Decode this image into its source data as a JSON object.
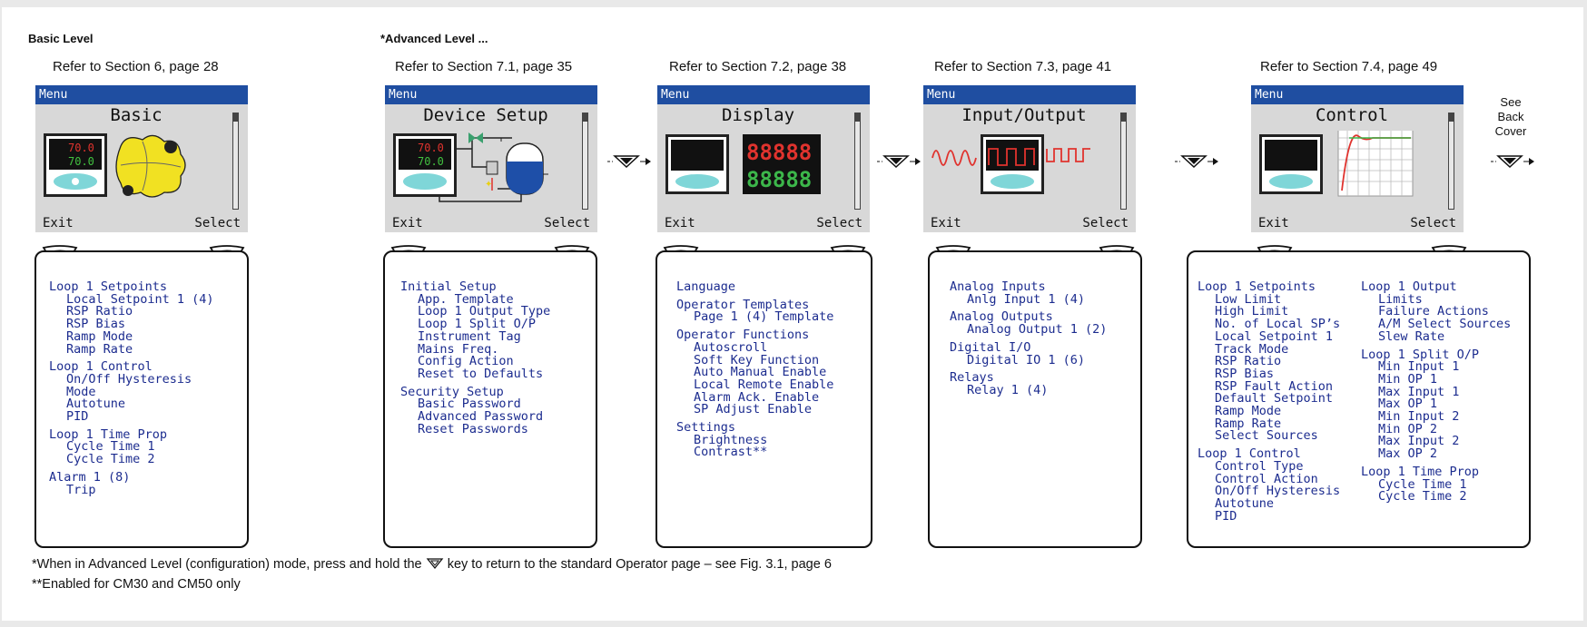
{
  "levels": {
    "basic": "Basic Level",
    "advanced": "*Advanced Level ..."
  },
  "screens": [
    {
      "ref": "Refer to Section 6, page 28",
      "menu": "Menu",
      "title": "Basic",
      "exit": "Exit",
      "select": "Select",
      "art": "controller-and-puzzle"
    },
    {
      "ref": "Refer to Section 7.1, page 35",
      "menu": "Menu",
      "title": "Device Setup",
      "exit": "Exit",
      "select": "Select",
      "art": "controller-and-tank"
    },
    {
      "ref": "Refer to Section 7.2, page 38",
      "menu": "Menu",
      "title": "Display",
      "exit": "Exit",
      "select": "Select",
      "art": "controller-and-digits"
    },
    {
      "ref": "Refer to Section 7.3, page 41",
      "menu": "Menu",
      "title": "Input/Output",
      "exit": "Exit",
      "select": "Select",
      "art": "controller-and-waveforms"
    },
    {
      "ref": "Refer to Section 7.4, page 49",
      "menu": "Menu",
      "title": "Control",
      "exit": "Exit",
      "select": "Select",
      "art": "controller-and-response-curve"
    }
  ],
  "display_values": {
    "pv": "70.0",
    "sp": "70.0",
    "digits": "88888"
  },
  "menus": {
    "basic": [
      {
        "t": "Loop 1 Setpoints",
        "l": 0
      },
      {
        "t": "Local Setpoint 1 (4)",
        "l": 1
      },
      {
        "t": "RSP Ratio",
        "l": 1
      },
      {
        "t": "RSP Bias",
        "l": 1
      },
      {
        "t": "Ramp Mode",
        "l": 1
      },
      {
        "t": "Ramp Rate",
        "l": 1
      },
      {
        "t": "Loop 1 Control",
        "l": 0
      },
      {
        "t": "On/Off Hysteresis",
        "l": 1
      },
      {
        "t": "Mode",
        "l": 1
      },
      {
        "t": "Autotune",
        "l": 1
      },
      {
        "t": "PID",
        "l": 1
      },
      {
        "t": "Loop 1 Time Prop",
        "l": 0
      },
      {
        "t": "Cycle Time 1",
        "l": 1
      },
      {
        "t": "Cycle Time 2",
        "l": 1
      },
      {
        "t": "Alarm 1 (8)",
        "l": 0
      },
      {
        "t": "Trip",
        "l": 1
      }
    ],
    "device_setup": [
      {
        "t": "Initial Setup",
        "l": 0
      },
      {
        "t": "App. Template",
        "l": 1
      },
      {
        "t": "Loop 1 Output Type",
        "l": 1
      },
      {
        "t": "Loop 1 Split O/P",
        "l": 1
      },
      {
        "t": "Instrument Tag",
        "l": 1
      },
      {
        "t": "Mains Freq.",
        "l": 1
      },
      {
        "t": "Config Action",
        "l": 1
      },
      {
        "t": "Reset to Defaults",
        "l": 1
      },
      {
        "t": "Security Setup",
        "l": 0
      },
      {
        "t": "Basic Password",
        "l": 1
      },
      {
        "t": "Advanced Password",
        "l": 1
      },
      {
        "t": "Reset Passwords",
        "l": 1
      }
    ],
    "display": [
      {
        "t": "Language",
        "l": 0
      },
      {
        "t": "Operator Templates",
        "l": 0
      },
      {
        "t": "Page 1 (4) Template",
        "l": 1
      },
      {
        "t": "Operator Functions",
        "l": 0
      },
      {
        "t": "Autoscroll",
        "l": 1
      },
      {
        "t": "Soft Key Function",
        "l": 1
      },
      {
        "t": "Auto Manual Enable",
        "l": 1
      },
      {
        "t": "Local Remote Enable",
        "l": 1
      },
      {
        "t": "Alarm Ack. Enable",
        "l": 1
      },
      {
        "t": "SP Adjust Enable",
        "l": 1
      },
      {
        "t": "Settings",
        "l": 0
      },
      {
        "t": "Brightness",
        "l": 1
      },
      {
        "t": "Contrast**",
        "l": 1
      }
    ],
    "input_output": [
      {
        "t": "Analog Inputs",
        "l": 0
      },
      {
        "t": "Anlg Input 1 (4)",
        "l": 1
      },
      {
        "t": "Analog Outputs",
        "l": 0
      },
      {
        "t": "Analog Output 1 (2)",
        "l": 1
      },
      {
        "t": "Digital I/O",
        "l": 0
      },
      {
        "t": "Digital IO 1 (6)",
        "l": 1
      },
      {
        "t": "Relays",
        "l": 0
      },
      {
        "t": "Relay 1 (4)",
        "l": 1
      }
    ],
    "control_left": [
      {
        "t": "Loop 1 Setpoints",
        "l": 0
      },
      {
        "t": "Low Limit",
        "l": 1
      },
      {
        "t": "High Limit",
        "l": 1
      },
      {
        "t": "No. of Local SP’s",
        "l": 1
      },
      {
        "t": "Local Setpoint 1",
        "l": 1
      },
      {
        "t": "Track Mode",
        "l": 1
      },
      {
        "t": "RSP Ratio",
        "l": 1
      },
      {
        "t": "RSP Bias",
        "l": 1
      },
      {
        "t": "RSP Fault Action",
        "l": 1
      },
      {
        "t": "Default Setpoint",
        "l": 1
      },
      {
        "t": "Ramp Mode",
        "l": 1
      },
      {
        "t": "Ramp Rate",
        "l": 1
      },
      {
        "t": "Select Sources",
        "l": 1
      },
      {
        "t": "Loop 1 Control",
        "l": 0
      },
      {
        "t": "Control Type",
        "l": 1
      },
      {
        "t": "Control Action",
        "l": 1
      },
      {
        "t": "On/Off Hysteresis",
        "l": 1
      },
      {
        "t": "Autotune",
        "l": 1
      },
      {
        "t": "PID",
        "l": 1
      }
    ],
    "control_right": [
      {
        "t": "Loop 1 Output",
        "l": 0
      },
      {
        "t": "Limits",
        "l": 1
      },
      {
        "t": "Failure Actions",
        "l": 1
      },
      {
        "t": "A/M Select Sources",
        "l": 1
      },
      {
        "t": "Slew Rate",
        "l": 1
      },
      {
        "t": "Loop 1 Split O/P",
        "l": 0
      },
      {
        "t": "Min Input 1",
        "l": 1
      },
      {
        "t": "Min OP 1",
        "l": 1
      },
      {
        "t": "Max Input 1",
        "l": 1
      },
      {
        "t": "Max OP 1",
        "l": 1
      },
      {
        "t": "Min Input 2",
        "l": 1
      },
      {
        "t": "Min OP 2",
        "l": 1
      },
      {
        "t": "Max Input 2",
        "l": 1
      },
      {
        "t": "Max OP 2",
        "l": 1
      },
      {
        "t": "Loop 1 Time Prop",
        "l": 0
      },
      {
        "t": "Cycle Time 1",
        "l": 1
      },
      {
        "t": "Cycle Time 2",
        "l": 1
      }
    ]
  },
  "see_back_cover": [
    "See",
    "Back",
    "Cover"
  ],
  "footnotes": {
    "note1_before": "*When in Advanced Level (configuration) mode, press and hold the",
    "note1_after": "key to return to the standard Operator page – see Fig. 3.1, page 6",
    "note2": "**Enabled for CM30 and CM50 only"
  },
  "colors": {
    "menu_bar": "#1f4ea1",
    "menu_text": "#1c2c8f",
    "lcd_bg": "#d8d8d8"
  }
}
